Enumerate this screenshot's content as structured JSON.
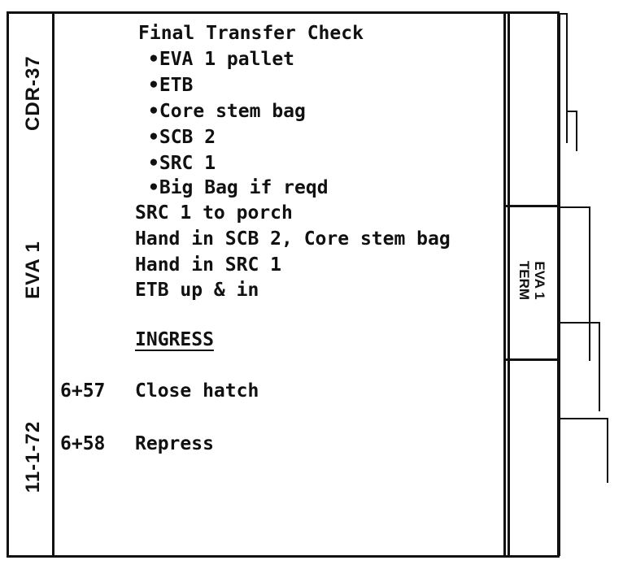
{
  "spine": {
    "top": "CDR-37",
    "middle": "EVA 1",
    "bottom": "11-1-72"
  },
  "title": "Final Transfer Check",
  "transfer_items": [
    "•EVA 1 pallet",
    "•ETB",
    "•Core stem bag",
    "•SCB 2",
    "•SRC 1",
    "•Big Bag if reqd"
  ],
  "steps": [
    "SRC 1 to porch",
    "Hand in SCB 2, Core stem bag",
    "Hand in SRC 1",
    "ETB up & in"
  ],
  "section_heading": "INGRESS",
  "timeline": [
    {
      "time": "6+57",
      "action": "Close hatch"
    },
    {
      "time": "6+58",
      "action": "Repress"
    }
  ],
  "tab": {
    "line1": "EVA 1",
    "line2": "TERM"
  }
}
